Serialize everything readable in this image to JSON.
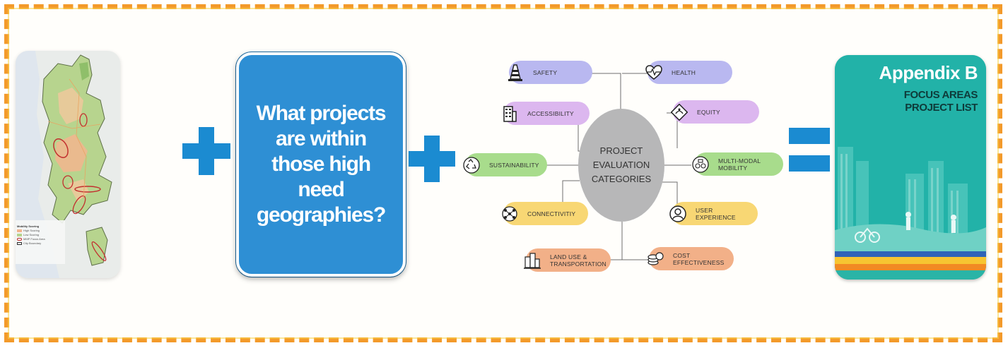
{
  "question": {
    "line1": "What projects",
    "line2": "are within",
    "line3": "those high",
    "line4": "need",
    "line5": "geographies?"
  },
  "hub": {
    "line1": "PROJECT",
    "line2": "EVALUATION",
    "line3": "CATEGORIES"
  },
  "categories": {
    "safety": "SAFETY",
    "health": "HEALTH",
    "accessibility": "ACCESSIBILITY",
    "equity": "EQUITY",
    "sustainability": "SUSTAINABILITY",
    "mobility_1": "MULTI-MODAL",
    "mobility_2": "MOBILITY",
    "connectivity": "CONNECTIVITIY",
    "user_exp_1": "USER",
    "user_exp_2": "EXPERIENCE",
    "land_use_1": "LAND USE &",
    "land_use_2": "TRANSPORTATION",
    "cost_1": "COST",
    "cost_2": "EFFECTIVENESS"
  },
  "appendix": {
    "title": "Appendix B",
    "sub1": "FOCUS AREAS",
    "sub2": "PROJECT LIST"
  },
  "map_legend": {
    "title": "Mobility Scoring",
    "items": [
      "High Scoring",
      "Low Scoring",
      "MMP Focus Area",
      "City Boundary"
    ]
  },
  "colors": {
    "frame_orange": "#f39a2b",
    "plus_blue": "#1b8bd1",
    "question_blue": "#2e8fd4",
    "hub_gray": "#b7b7b8",
    "pill_purple": "#b9b8f0",
    "pill_pink": "#dcb7ef",
    "pill_green": "#a8dc8c",
    "pill_yellow": "#f8d774",
    "pill_orange": "#f2b088",
    "appendix_teal": "#21b0a7"
  },
  "icons": [
    "traffic-cone-icon",
    "heart-pulse-icon",
    "building-icon",
    "equity-hands-icon",
    "recycle-icon",
    "bike-bus-icon",
    "network-icon",
    "user-icon",
    "city-icon",
    "coins-icon"
  ]
}
